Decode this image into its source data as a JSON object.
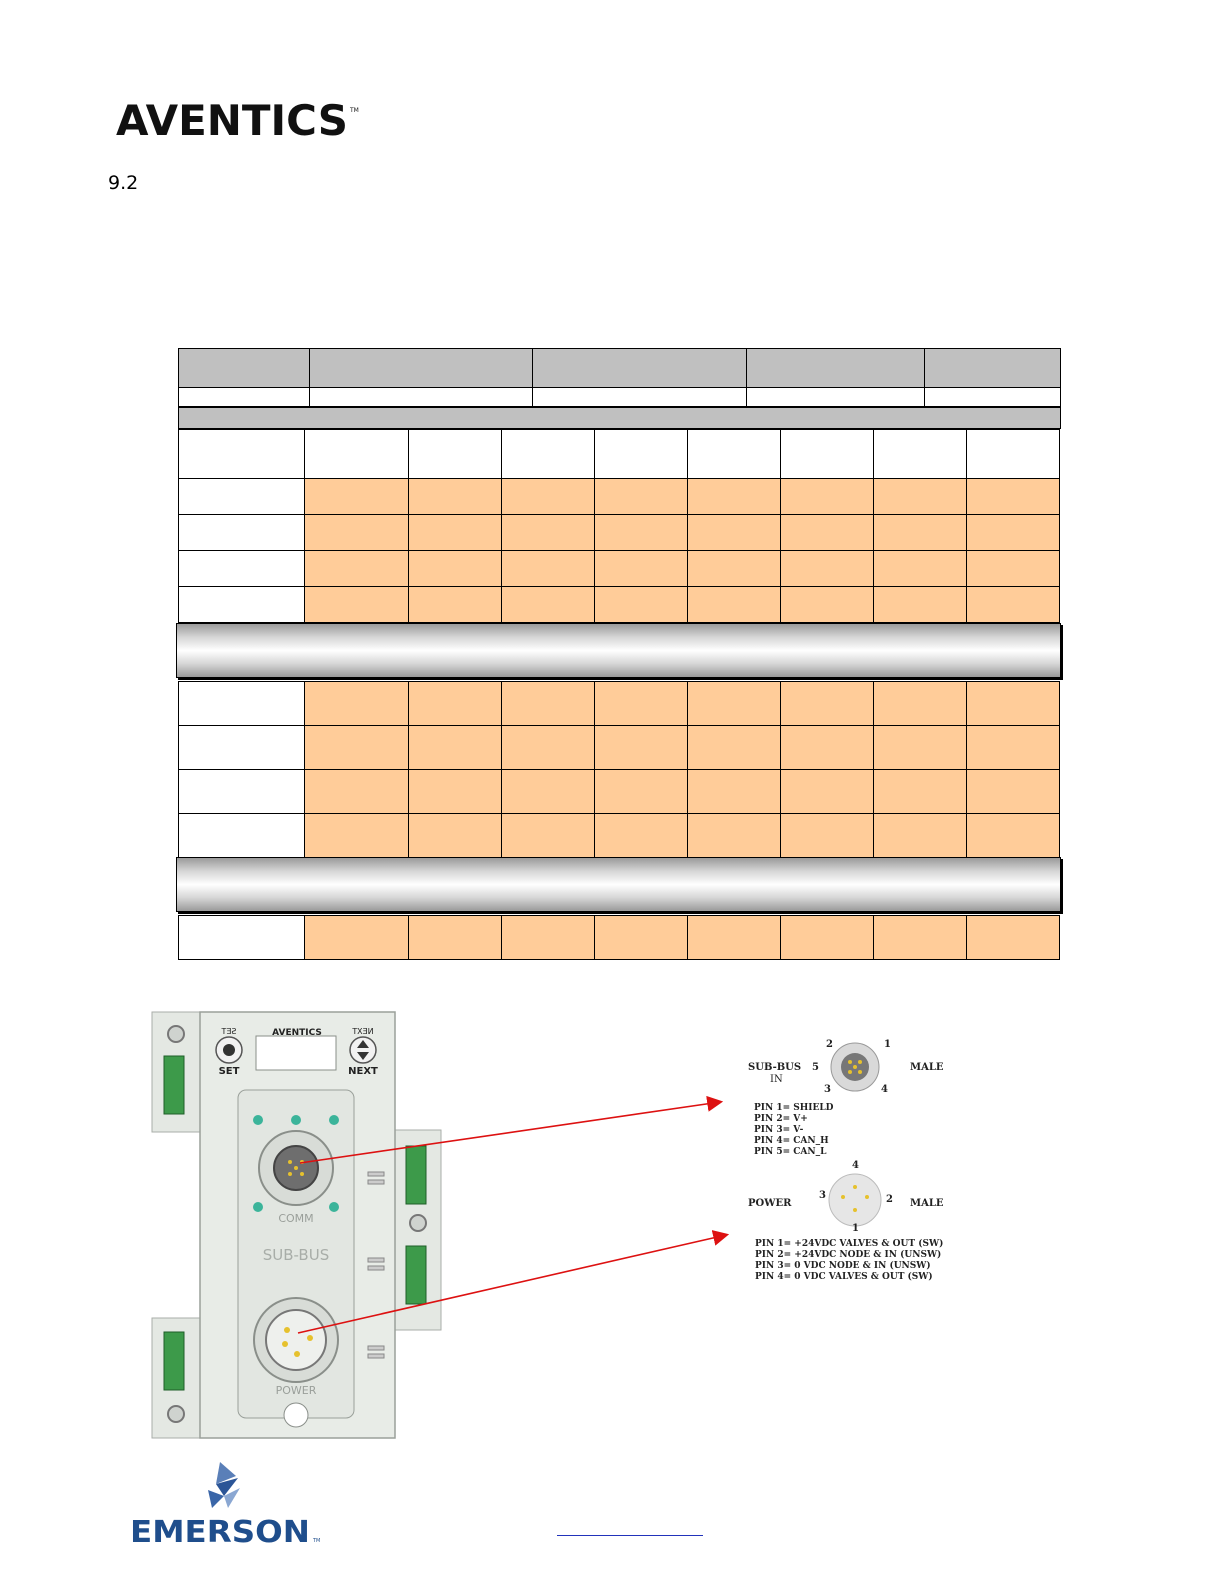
{
  "header": {
    "brand_name": "AVENTICS",
    "trademark": "TM",
    "section_number": "9.2"
  },
  "device": {
    "brand": "AVENTICS",
    "set_label": "SET",
    "set_label_mirrored": "SET",
    "next_label": "NEXT",
    "next_label_mirrored": "NEXT",
    "comm_label": "COMM",
    "subbus_label": "SUB-BUS",
    "power_label": "POWER"
  },
  "pinout_subbus": {
    "title": "SUB-BUS",
    "title_line2": "IN",
    "gender": "MALE",
    "pin_numbers": [
      "1",
      "2",
      "3",
      "4",
      "5"
    ],
    "pins": [
      "PIN 1= SHIELD",
      "PIN 2= V+",
      "PIN 3= V-",
      "PIN 4= CAN_H",
      "PIN 5= CAN_L"
    ]
  },
  "pinout_power": {
    "title": "POWER",
    "gender": "MALE",
    "pin_numbers": [
      "1",
      "2",
      "3",
      "4"
    ],
    "pins": [
      "PIN 1= +24VDC VALVES & OUT (SW)",
      "PIN 2= +24VDC NODE & IN (UNSW)",
      "PIN 3= 0 VDC NODE & IN (UNSW)",
      "PIN 4= 0 VDC VALVES & OUT (SW)"
    ]
  },
  "footer": {
    "brand_name": "EMERSON",
    "trademark": "TM"
  },
  "colors": {
    "header_gray": "#c0c0c0",
    "cell_orange": "#ffcc99",
    "arrow_red": "#dd1111",
    "emerson_blue": "#1f4e8c"
  }
}
